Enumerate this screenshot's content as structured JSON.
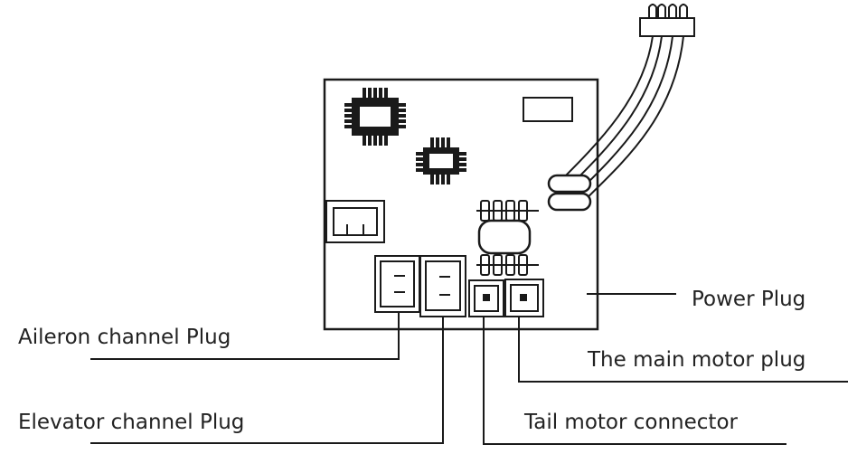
{
  "labels": {
    "power_plug": "Power Plug",
    "aileron_plug": "Aileron channel Plug",
    "main_motor_plug": "The main motor plug",
    "elevator_plug": "Elevator channel Plug",
    "tail_motor_connector": "Tail motor connector"
  },
  "colors": {
    "line": "#1a1a1a",
    "text": "#222222",
    "background": "#ffffff"
  }
}
